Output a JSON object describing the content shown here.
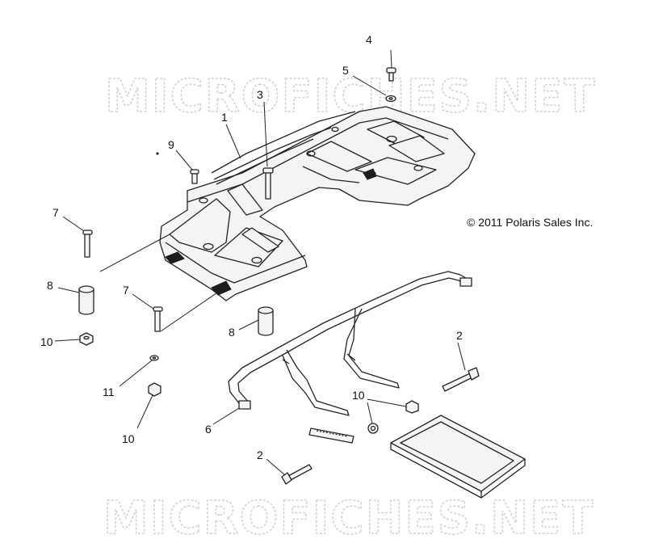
{
  "watermark": {
    "top": "MICROFICHES.NET",
    "bottom": "MICROFICHES.NET"
  },
  "copyright": "© 2011 Polaris Sales Inc.",
  "callouts": [
    {
      "id": "c1",
      "label": "1"
    },
    {
      "id": "c2a",
      "label": "2"
    },
    {
      "id": "c2b",
      "label": "2"
    },
    {
      "id": "c3",
      "label": "3"
    },
    {
      "id": "c4",
      "label": "4"
    },
    {
      "id": "c5",
      "label": "5"
    },
    {
      "id": "c6",
      "label": "6"
    },
    {
      "id": "c7a",
      "label": "7"
    },
    {
      "id": "c7b",
      "label": "7"
    },
    {
      "id": "c8a",
      "label": "8"
    },
    {
      "id": "c8b",
      "label": "8"
    },
    {
      "id": "c9",
      "label": "9"
    },
    {
      "id": "c10a",
      "label": "10"
    },
    {
      "id": "c10b",
      "label": "10"
    },
    {
      "id": "c10c",
      "label": "10"
    },
    {
      "id": "c11",
      "label": "11"
    }
  ]
}
